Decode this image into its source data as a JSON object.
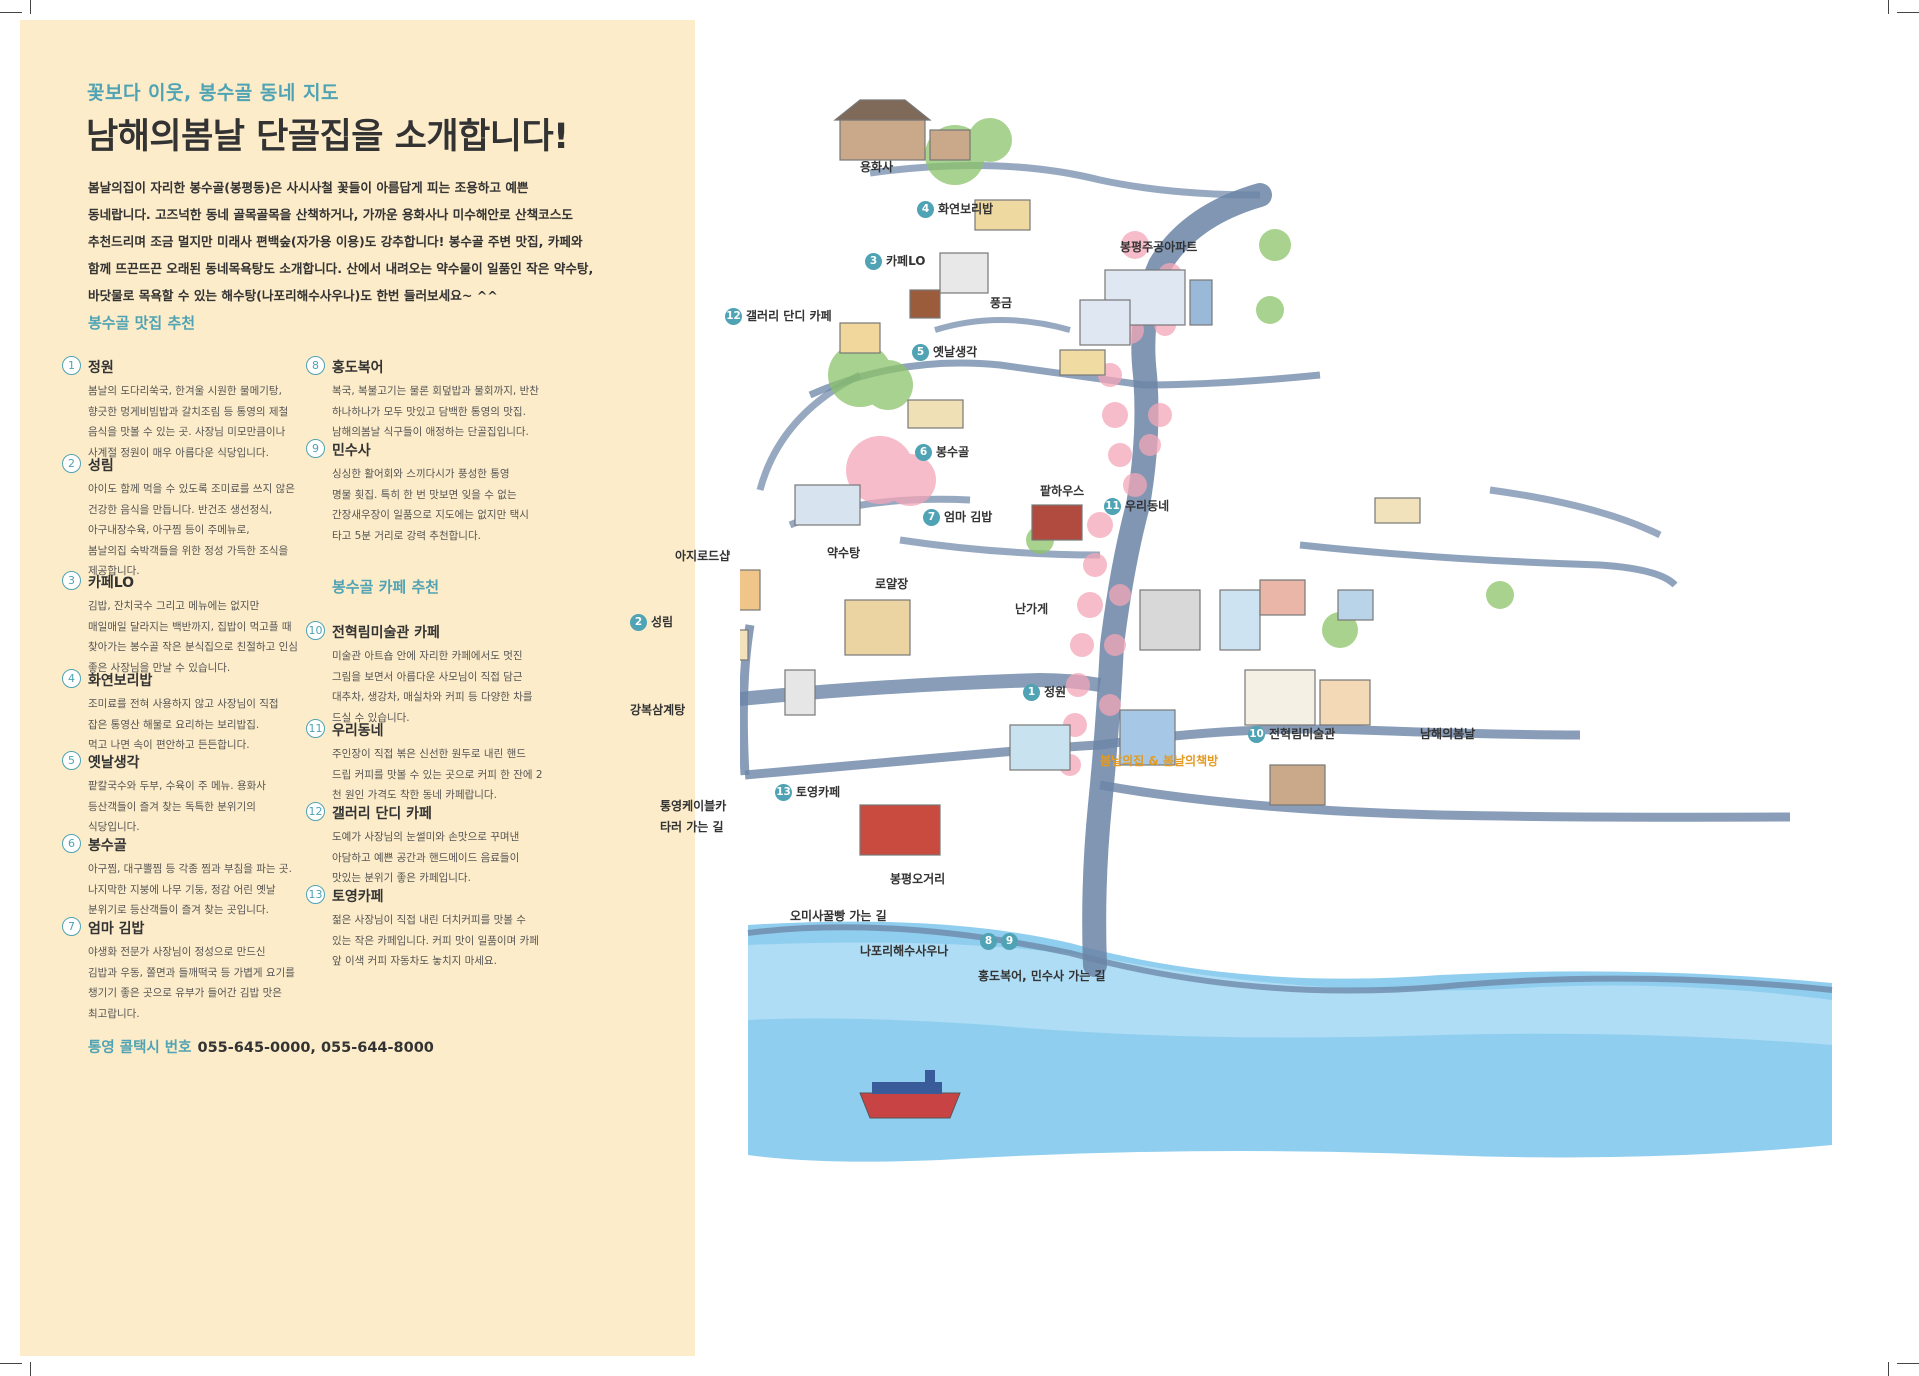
{
  "header": {
    "subtitle": "꽃보다 이웃, 봉수골 동네 지도",
    "title": "남해의봄날 단골집을 소개합니다!"
  },
  "intro": [
    "봄날의집이 자리한 봉수골(봉평동)은 사시사철 꽃들이 아름답게 피는 조용하고 예쁜",
    "동네랍니다. 고즈넉한 동네 골목골목을 산책하거나, 가까운 용화사나 미수해안로 산책코스도",
    "추천드리며 조금 멀지만 미래사 편백숲(자가용 이용)도 강추합니다! 봉수골 주변 맛집, 카페와",
    "함께 뜨끈뜨끈 오래된 동네목욕탕도 소개합니다. 산에서 내려오는 약수물이 일품인 작은 약수탕,",
    "바닷물로 목욕할 수 있는 해수탕(나포리해수사우나)도 한번 들러보세요~ ^^"
  ],
  "sections": {
    "food": "봉수골 맛집 추천",
    "cafe": "봉수골 카페 추천"
  },
  "entries": [
    {
      "num": "1",
      "name": "정원",
      "desc": [
        "봄날의 도다리쑥국, 한겨울 시원한 물메기탕,",
        "향긋한 멍게비빔밥과 갈치조림 등 통영의 제철",
        "음식을 맛볼 수 있는 곳. 사장님 미모만큼이나",
        "사계절 정원이 매우 아름다운 식당입니다."
      ]
    },
    {
      "num": "2",
      "name": "성림",
      "desc": [
        "아이도 함께 먹을 수 있도록 조미료를 쓰지 않은",
        "건강한 음식을 만듭니다. 반건조 생선정식,",
        "아구내장수육, 아구찜 등이 주메뉴로,",
        "봄날의집 숙박객들을 위한 정성 가득한 조식을",
        "제공합니다."
      ]
    },
    {
      "num": "3",
      "name": "카페LO",
      "desc": [
        "김밥, 잔치국수 그리고 메뉴에는 없지만",
        "매일매일 달라지는 백반까지, 집밥이 먹고플 때",
        "찾아가는 봉수골 작은 분식집으로 친절하고 인심",
        "좋은 사장님을 만날 수 있습니다."
      ]
    },
    {
      "num": "4",
      "name": "화연보리밥",
      "desc": [
        "조미료를 전혀 사용하지 않고 사장님이 직접",
        "잡은 통영산 해물로 요리하는 보리밥집.",
        "먹고 나면 속이 편안하고 든든합니다."
      ]
    },
    {
      "num": "5",
      "name": "옛날생각",
      "desc": [
        "팥칼국수와 두부, 수육이 주 메뉴. 용화사",
        "등산객들이 즐겨 찾는 독특한 분위기의",
        "식당입니다."
      ]
    },
    {
      "num": "6",
      "name": "봉수골",
      "desc": [
        "아구찜, 대구뽈찜 등 각종 찜과 부침을 파는 곳.",
        "나지막한 지붕에 나무 기둥, 정감 어린 옛날",
        "분위기로 등산객들이 즐겨 찾는 곳입니다."
      ]
    },
    {
      "num": "7",
      "name": "엄마 김밥",
      "desc": [
        "야생화 전문가 사장님이 정성으로 만드신",
        "김밥과 우동, 쫄면과 들깨떡국 등 가볍게 요기를",
        "챙기기 좋은 곳으로 유부가 들어간 김밥 맛은",
        "최고랍니다."
      ]
    },
    {
      "num": "8",
      "name": "홍도복어",
      "desc": [
        "복국, 복불고기는 물론 회덮밥과 물회까지, 반찬",
        "하나하나가 모두 맛있고 담백한 통영의 맛집.",
        "남해의봄날 식구들이 애정하는 단골집입니다."
      ]
    },
    {
      "num": "9",
      "name": "민수사",
      "desc": [
        "싱싱한 활어회와 스끼다시가 풍성한 통영",
        "명물 횟집. 특히 한 번 맛보면 잊을 수 없는",
        "간장새우장이 일품으로 지도에는 없지만 택시",
        "타고 5분 거리로 강력 추천합니다."
      ]
    },
    {
      "num": "10",
      "name": "전혁림미술관 카페",
      "desc": [
        "미술관 아트숍 안에 자리한 카페에서도 멋진",
        "그림을 보면서 아름다운 사모님이 직접 담근",
        "대추차, 생강차, 매실차와 커피 등 다양한 차를",
        "드실 수 있습니다."
      ]
    },
    {
      "num": "11",
      "name": "우리동네",
      "desc": [
        "주인장이 직접 볶은 신선한 원두로 내린 핸드",
        "드립 커피를 맛볼 수 있는 곳으로 커피 한 잔에 2",
        "천 원인 가격도 착한 동네 카페랍니다."
      ]
    },
    {
      "num": "12",
      "name": "갤러리 단디 카페",
      "desc": [
        "도예가 사장님의 눈썰미와 손맛으로 꾸며낸",
        "아담하고 예쁜 공간과 핸드메이드 음료들이",
        "맛있는 분위기 좋은 카페입니다."
      ]
    },
    {
      "num": "13",
      "name": "토영카페",
      "desc": [
        "젊은 사장님이 직접 내린 더치커피를 맛볼 수",
        "있는 작은 카페입니다. 커피 맛이 일품이며 카페",
        "앞 이색 커피 자동차도 놓치지 마세요."
      ]
    }
  ],
  "taxi": {
    "label": "통영 콜택시 번호",
    "numbers": "055-645-0000, 055-644-8000"
  },
  "map_labels": {
    "yonghwasa": "용화사",
    "l4": "화연보리밥",
    "l3": "카페LO",
    "apt": "봉평주공아파트",
    "punggeum": "풍금",
    "l12": "갤러리 단디 카페",
    "l5": "옛날생각",
    "l6": "봉수골",
    "patha": "팥하우스",
    "l11": "우리동네",
    "l7": "엄마 김밥",
    "aji": "아지로드샵",
    "yaksu": "약수탕",
    "royal": "로얄장",
    "l2": "성림",
    "nangage": "난가게",
    "l1": "정원",
    "gangbok": "강복삼계탕",
    "bomnal": "봄날의집 & 봄날의책방",
    "l10": "전혁림미술관",
    "namhae": "남해의봄날",
    "l13": "토영카페",
    "cable1": "통영케이블카",
    "cable2": "타러 가는 길",
    "ogeori": "봉평오거리",
    "omisa": "오미사꿀빵 가는 길",
    "napori": "나포리해수사우나",
    "l89": "홍도복어, 민수사 가는 길"
  },
  "map_numbers": {
    "n1": "1",
    "n2": "2",
    "n3": "3",
    "n4": "4",
    "n5": "5",
    "n6": "6",
    "n7": "7",
    "n8": "8",
    "n9": "9",
    "n10": "10",
    "n11": "11",
    "n12": "12",
    "n13": "13"
  },
  "colors": {
    "accent": "#4fa3b4",
    "panel": "#fcecc9",
    "road": "#6b84a6",
    "blossom": "#f3a6b8",
    "sea": "#5fb3e0",
    "orange": "#e59a20"
  }
}
